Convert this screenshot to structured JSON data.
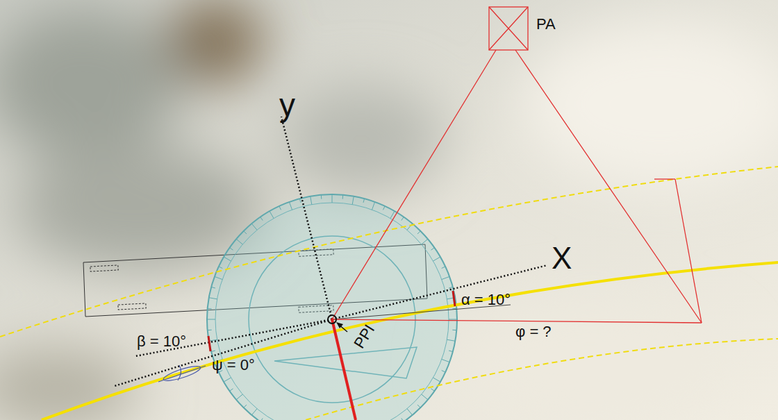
{
  "diagram": {
    "labels": [
      "y",
      "X",
      "PA",
      "α = 10°",
      "β = 10°",
      "ψ = 0°",
      "PPI",
      "φ = ?"
    ]
  }
}
